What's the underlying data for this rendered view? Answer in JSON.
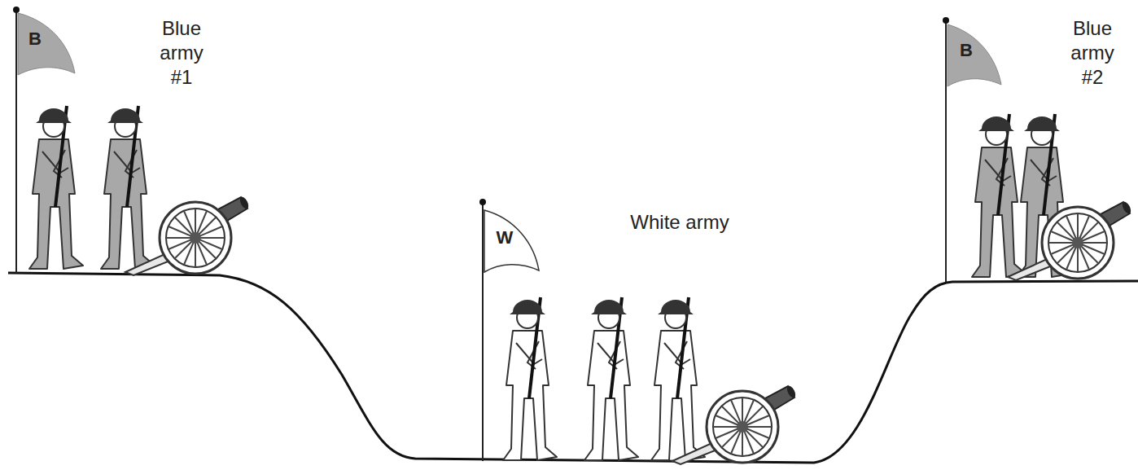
{
  "diagram": {
    "labels": [
      "B",
      "Blue army #1",
      "W",
      "White army",
      "B",
      "Blue army #2"
    ]
  }
}
